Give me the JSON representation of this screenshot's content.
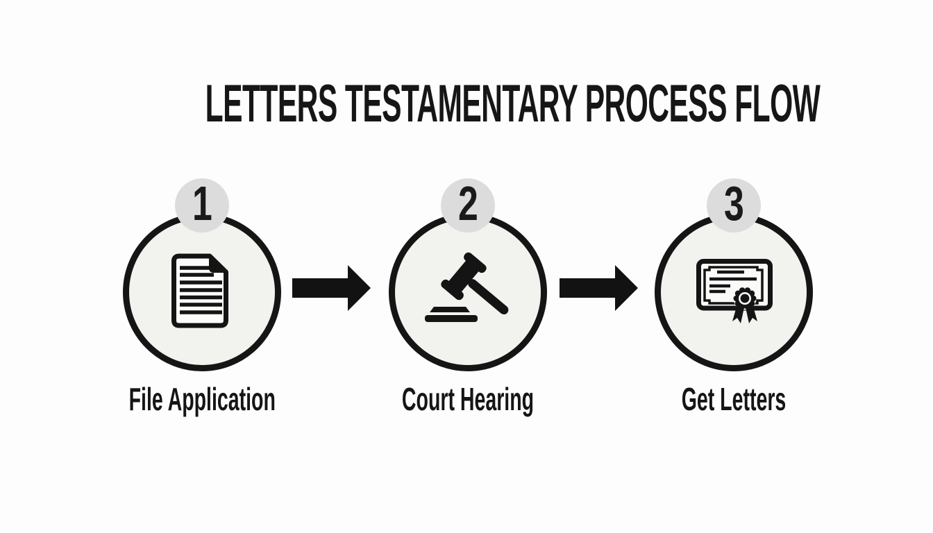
{
  "title": "LETTERS TESTAMENTARY PROCESS FLOW",
  "steps": [
    {
      "number": "1",
      "label": "File Application",
      "icon": "document-icon"
    },
    {
      "number": "2",
      "label": "Court Hearing",
      "icon": "gavel-icon"
    },
    {
      "number": "3",
      "label": "Get Letters",
      "icon": "certificate-icon"
    }
  ],
  "arrows": [
    {
      "icon": "arrow-right-icon",
      "direction": "right"
    },
    {
      "icon": "arrow-right-icon",
      "direction": "right"
    }
  ],
  "colors": {
    "background": "#fdfdfd",
    "circle_fill": "#f2f2ef",
    "circle_border": "#151515",
    "badge_fill": "#dcdcdc",
    "ink": "#141414"
  }
}
